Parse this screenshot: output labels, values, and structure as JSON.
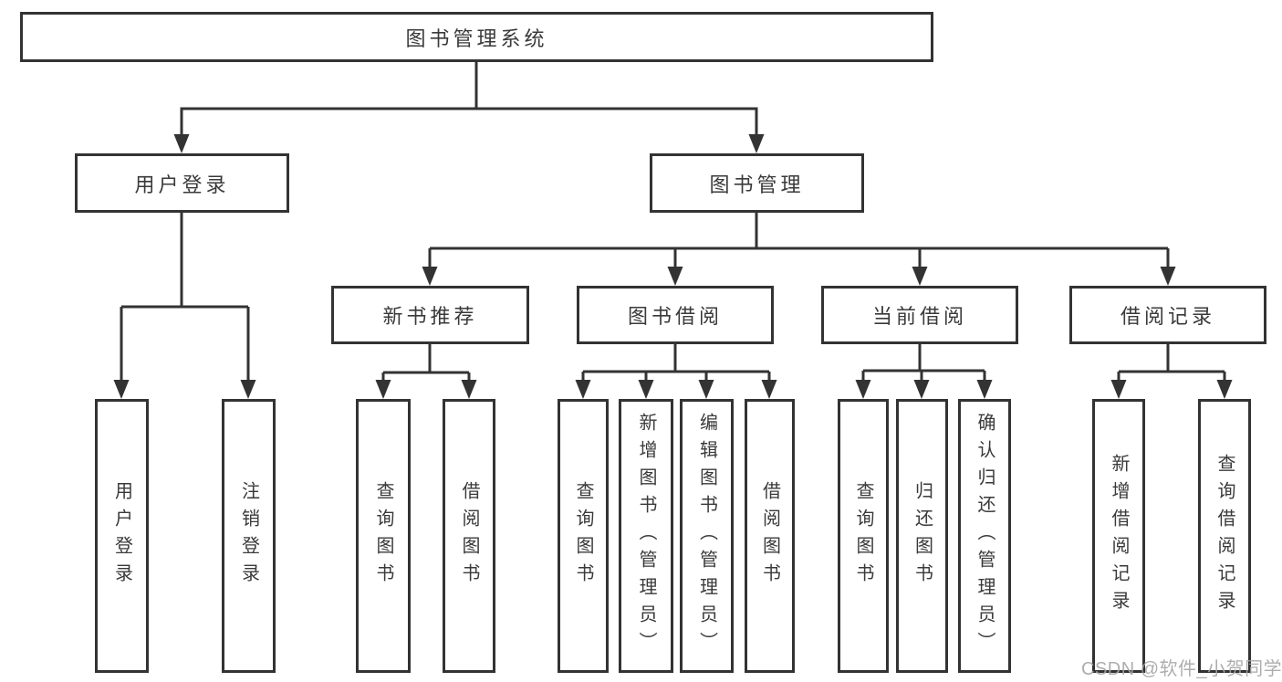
{
  "colors": {
    "line": "#333333",
    "text": "#3a3a3a",
    "background": "#ffffff",
    "watermark": "#a5a5a5"
  },
  "root": {
    "label": "图书管理系统"
  },
  "level1": [
    {
      "label": "用户登录"
    },
    {
      "label": "图书管理"
    }
  ],
  "level2": [
    {
      "label": "新书推荐"
    },
    {
      "label": "图书借阅"
    },
    {
      "label": "当前借阅"
    },
    {
      "label": "借阅记录"
    }
  ],
  "leaves": [
    {
      "label": "用户登录"
    },
    {
      "label": "注销登录"
    },
    {
      "label": "查询图书"
    },
    {
      "label": "借阅图书"
    },
    {
      "label": "查询图书"
    },
    {
      "label": "新增图书（管理员）"
    },
    {
      "label": "编辑图书（管理员）"
    },
    {
      "label": "借阅图书"
    },
    {
      "label": "查询图书"
    },
    {
      "label": "归还图书"
    },
    {
      "label": "确认归还（管理员）"
    },
    {
      "label": "新增借阅记录"
    },
    {
      "label": "查询借阅记录"
    }
  ],
  "watermark": {
    "text": "CSDN @软件_小贺同学"
  }
}
